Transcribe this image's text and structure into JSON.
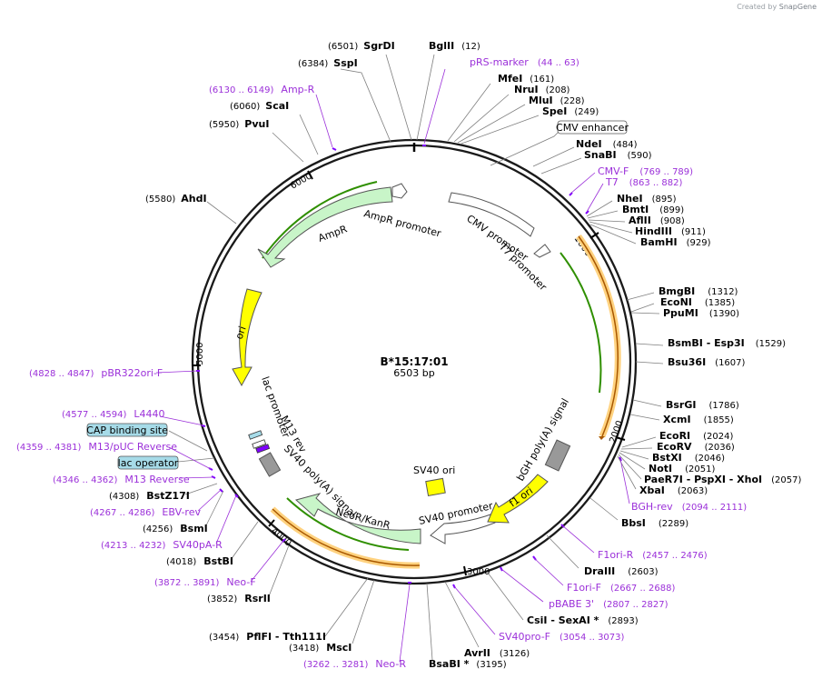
{
  "credit": {
    "prefix": "Created by",
    "brand": "SnapGene"
  },
  "plasmid": {
    "name": "B*15:17:01",
    "length_label": "6503 bp",
    "length": 6503
  },
  "ticks": [
    "1000",
    "2000",
    "3000",
    "4000",
    "5000",
    "6000"
  ],
  "sites": [
    {
      "name": "BglII",
      "pos": "(12)"
    },
    {
      "name": "SgrDI",
      "pos": "(6501)"
    },
    {
      "name": "SspI",
      "pos": "(6384)"
    },
    {
      "name": "ScaI",
      "pos": "(6060)"
    },
    {
      "name": "PvuI",
      "pos": "(5950)"
    },
    {
      "name": "AhdI",
      "pos": "(5580)"
    },
    {
      "name": "MfeI",
      "pos": "(161)"
    },
    {
      "name": "NruI",
      "pos": "(208)"
    },
    {
      "name": "MluI",
      "pos": "(228)"
    },
    {
      "name": "SpeI",
      "pos": "(249)"
    },
    {
      "name": "NdeI",
      "pos": "(484)"
    },
    {
      "name": "SnaBI",
      "pos": "(590)"
    },
    {
      "name": "NheI",
      "pos": "(895)"
    },
    {
      "name": "BmtI",
      "pos": "(899)"
    },
    {
      "name": "AflII",
      "pos": "(908)"
    },
    {
      "name": "HindIII",
      "pos": "(911)"
    },
    {
      "name": "BamHI",
      "pos": "(929)"
    },
    {
      "name": "BmgBI",
      "pos": "(1312)"
    },
    {
      "name": "EcoNI",
      "pos": "(1385)"
    },
    {
      "name": "PpuMI",
      "pos": "(1390)"
    },
    {
      "name": "BsmBI - Esp3I",
      "pos": "(1529)"
    },
    {
      "name": "Bsu36I",
      "pos": "(1607)"
    },
    {
      "name": "BsrGI",
      "pos": "(1786)"
    },
    {
      "name": "XcmI",
      "pos": "(1855)"
    },
    {
      "name": "EcoRI",
      "pos": "(2024)"
    },
    {
      "name": "EcoRV",
      "pos": "(2036)"
    },
    {
      "name": "BstXI",
      "pos": "(2046)"
    },
    {
      "name": "NotI",
      "pos": "(2051)"
    },
    {
      "name": "PaeR7I - PspXI - XhoI",
      "pos": "(2057)"
    },
    {
      "name": "XbaI",
      "pos": "(2063)"
    },
    {
      "name": "BbsI",
      "pos": "(2289)"
    },
    {
      "name": "DraIII",
      "pos": "(2603)"
    },
    {
      "name": "CsiI - SexAI *",
      "pos": "(2893)"
    },
    {
      "name": "AvrII",
      "pos": "(3126)"
    },
    {
      "name": "BsaBI *",
      "pos": "(3195)"
    },
    {
      "name": "MscI",
      "pos": "(3418)"
    },
    {
      "name": "PflFI - Tth111I",
      "pos": "(3454)"
    },
    {
      "name": "RsrII",
      "pos": "(3852)"
    },
    {
      "name": "BstBI",
      "pos": "(4018)"
    },
    {
      "name": "BsmI",
      "pos": "(4256)"
    },
    {
      "name": "BstZ17I",
      "pos": "(4308)"
    }
  ],
  "primers": [
    {
      "name": "pRS-marker",
      "pos": "(44 .. 63)"
    },
    {
      "name": "Amp-R",
      "pos": "(6130 .. 6149)"
    },
    {
      "name": "CMV-F",
      "pos": "(769 .. 789)"
    },
    {
      "name": "T7",
      "pos": "(863 .. 882)"
    },
    {
      "name": "BGH-rev",
      "pos": "(2094 .. 2111)"
    },
    {
      "name": "F1ori-R",
      "pos": "(2457 .. 2476)"
    },
    {
      "name": "F1ori-F",
      "pos": "(2667 .. 2688)"
    },
    {
      "name": "pBABE 3'",
      "pos": "(2807 .. 2827)"
    },
    {
      "name": "SV40pro-F",
      "pos": "(3054 .. 3073)"
    },
    {
      "name": "Neo-R",
      "pos": "(3262 .. 3281)"
    },
    {
      "name": "Neo-F",
      "pos": "(3872 .. 3891)"
    },
    {
      "name": "SV40pA-R",
      "pos": "(4213 .. 4232)"
    },
    {
      "name": "EBV-rev",
      "pos": "(4267 .. 4286)"
    },
    {
      "name": "M13 Reverse",
      "pos": "(4346 .. 4362)"
    },
    {
      "name": "M13/pUC Reverse",
      "pos": "(4359 .. 4381)"
    },
    {
      "name": "L4440",
      "pos": "(4577 .. 4594)"
    },
    {
      "name": "pBR322ori-F",
      "pos": "(4828 .. 4847)"
    }
  ],
  "boxed": [
    {
      "name": "CMV enhancer"
    },
    {
      "name": "CAP binding site"
    },
    {
      "name": "lac operator"
    }
  ],
  "features": [
    {
      "name": "CMV promoter"
    },
    {
      "name": "T7 promoter"
    },
    {
      "name": "AmpR promoter"
    },
    {
      "name": "AmpR"
    },
    {
      "name": "ori"
    },
    {
      "name": "lac promoter"
    },
    {
      "name": "M13 rev"
    },
    {
      "name": "SV40 poly(A) signal"
    },
    {
      "name": "NeoR/KanR"
    },
    {
      "name": "SV40 promoter"
    },
    {
      "name": "SV40 ori"
    },
    {
      "name": "f1 ori"
    },
    {
      "name": "bGH poly(A) signal"
    }
  ],
  "colors": {
    "backbone": "#1a1a1a",
    "primer": "#9b30d9",
    "gene_fill": "#c8f5c8",
    "ori_fill": "#ffff00",
    "promoter_fill": "#ffffff",
    "terminator_fill": "#999999",
    "orf_arrow": "#2f8f00",
    "orf_glow": "#ffd27f",
    "cap_fill": "#a6dbe8",
    "primer_bind": "#7f00ff"
  }
}
